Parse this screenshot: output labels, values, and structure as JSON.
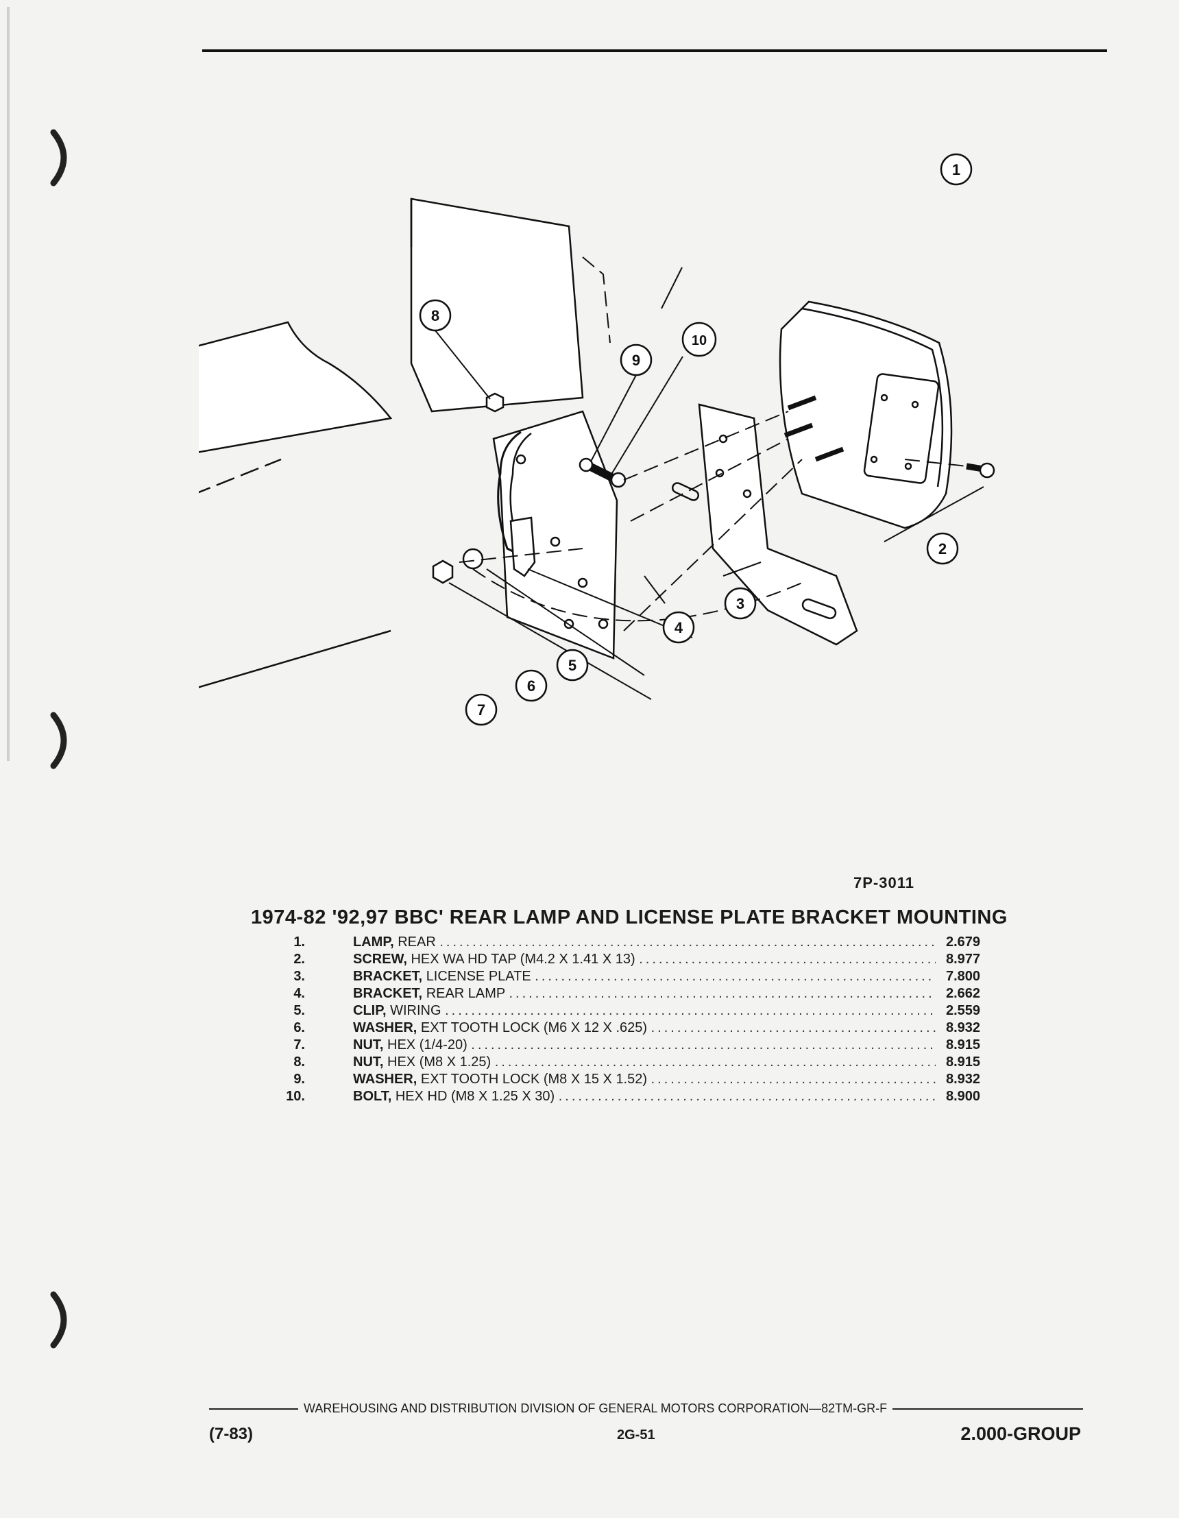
{
  "figure_code": "7P-3011",
  "title": "1974-82 '92,97 BBC' REAR LAMP AND LICENSE PLATE BRACKET MOUNTING",
  "callouts": [
    "1",
    "2",
    "3",
    "4",
    "5",
    "6",
    "7",
    "8",
    "9",
    "10"
  ],
  "parts": [
    {
      "num": "1.",
      "name": "LAMP,",
      "detail": "REAR",
      "code": "2.679"
    },
    {
      "num": "2.",
      "name": "SCREW,",
      "detail": "HEX WA HD TAP (M4.2 X 1.41 X 13)",
      "code": "8.977"
    },
    {
      "num": "3.",
      "name": "BRACKET,",
      "detail": "LICENSE PLATE",
      "code": "7.800"
    },
    {
      "num": "4.",
      "name": "BRACKET,",
      "detail": "REAR LAMP",
      "code": "2.662"
    },
    {
      "num": "5.",
      "name": "CLIP,",
      "detail": "WIRING",
      "code": "2.559"
    },
    {
      "num": "6.",
      "name": "WASHER,",
      "detail": "EXT TOOTH LOCK (M6 X 12 X .625)",
      "code": "8.932"
    },
    {
      "num": "7.",
      "name": "NUT,",
      "detail": "HEX (1/4-20)",
      "code": "8.915"
    },
    {
      "num": "8.",
      "name": "NUT,",
      "detail": "HEX (M8 X 1.25)",
      "code": "8.915"
    },
    {
      "num": "9.",
      "name": "WASHER,",
      "detail": "EXT TOOTH LOCK (M8 X 15 X 1.52)",
      "code": "8.932"
    },
    {
      "num": "10.",
      "name": "BOLT,",
      "detail": "HEX HD (M8 X 1.25 X 30)",
      "code": "8.900"
    }
  ],
  "footer": {
    "division": "WAREHOUSING AND DISTRIBUTION DIVISION OF GENERAL MOTORS CORPORATION—82TM-GR-F",
    "date": "(7-83)",
    "page": "2G-51",
    "group": "2.000-GROUP"
  }
}
